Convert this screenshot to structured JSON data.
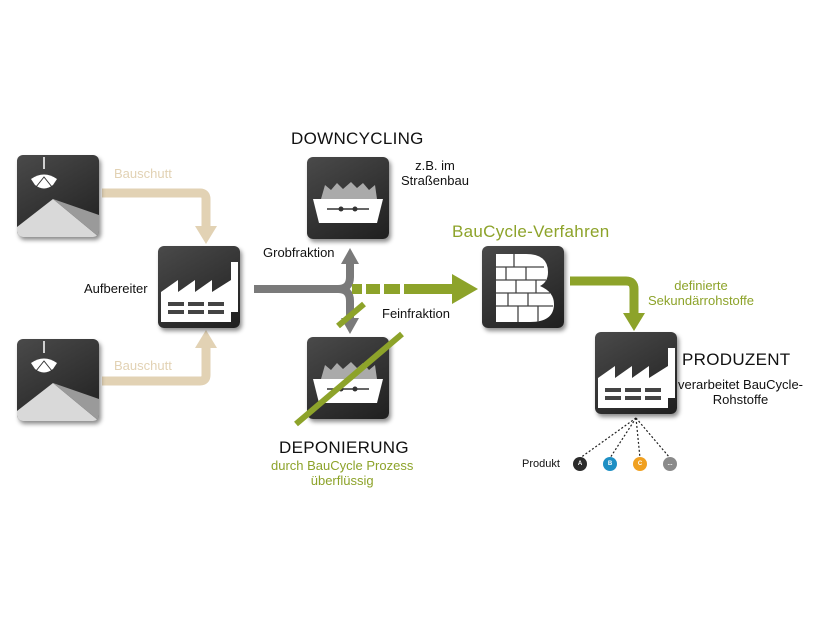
{
  "labels": {
    "bauschutt_top": "Bauschutt",
    "bauschutt_bottom": "Bauschutt",
    "aufbereiter": "Aufbereiter",
    "downcycling": "DOWNCYCLING",
    "strassenbau": "z.B. im\nStraßenbau",
    "grobfraktion": "Grobfraktion",
    "feinfraktion": "Feinfraktion",
    "baucycle_verfahren": "BauCycle-Verfahren",
    "definierte": "definierte\nSekundärrohstoffe",
    "produzent": "PRODUZENT",
    "verarbeitet": "verarbeitet BauCycle-\nRohstoffe",
    "deponierung": "DEPONIERUNG",
    "deponierung_sub": "durch BauCycle Prozess\nüberflüssig",
    "produkt": "Produkt"
  },
  "products": [
    {
      "letter": "A",
      "color": "#2b2b2b"
    },
    {
      "letter": "B",
      "color": "#1e8fc4"
    },
    {
      "letter": "C",
      "color": "#f0a020"
    },
    {
      "letter": "...",
      "color": "#8a8a8a"
    }
  ],
  "colors": {
    "tan": "#e2d2b4",
    "gray_arrow": "#7a7a7a",
    "green": "#8da32a"
  },
  "icons": [
    "excavator-pile-icon",
    "factory-icon",
    "container-icon",
    "baucycle-b-logo-icon"
  ]
}
